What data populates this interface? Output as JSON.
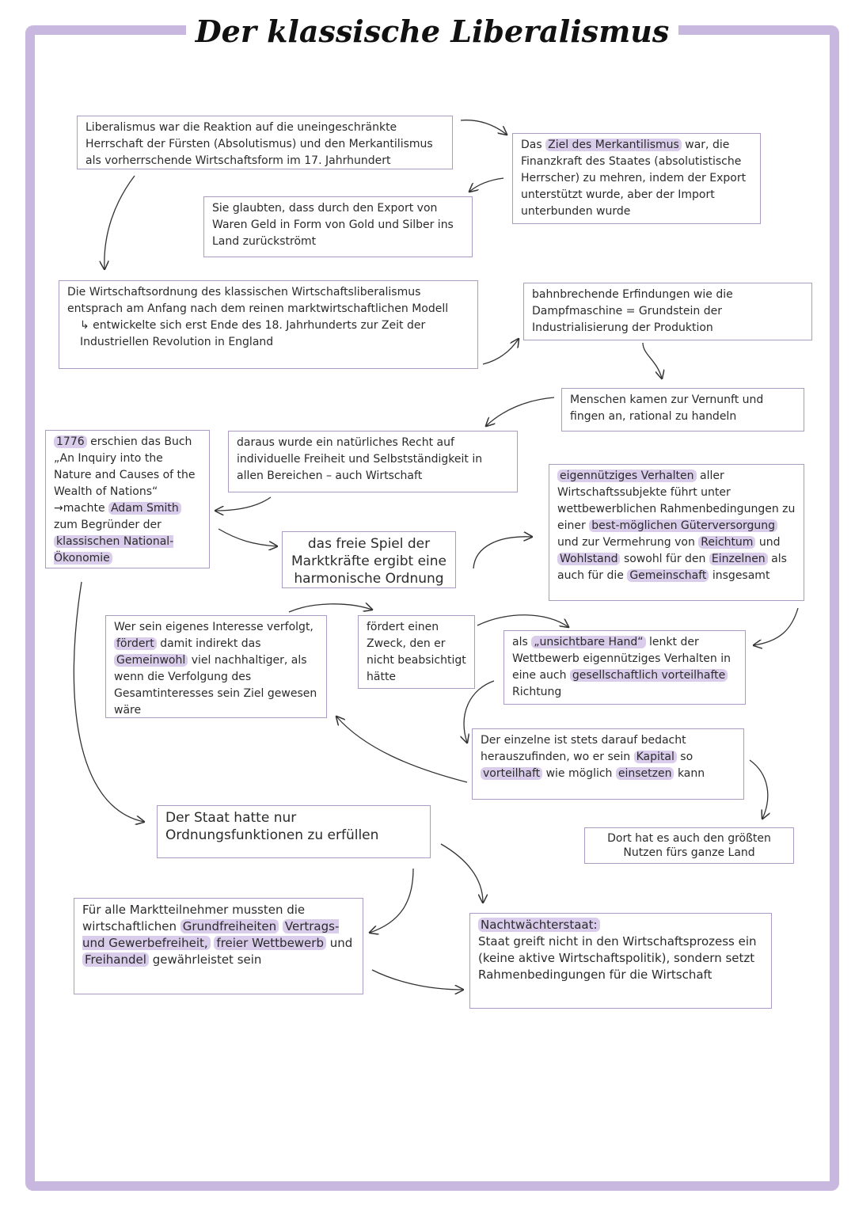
{
  "title": "Der klassische Liberalismus",
  "boxes": {
    "b1": {
      "text": "Liberalismus war die Reaktion auf die uneingeschränkte Herrschaft der Fürsten (Absolutismus) und den Merkantilismus als vorherrschende Wirtschaftsform im 17. Jahrhundert"
    },
    "b2": {
      "pre": "Das",
      "hl1": "Ziel des Merkantilismus",
      "post": "war, die Finanzkraft des Staates (absolutistische Herrscher) zu mehren, indem der Export unterstützt wurde, aber der Import unterbunden wurde"
    },
    "b3": {
      "text": "Sie glaubten, dass durch den Export von Waren Geld in Form von Gold und Silber ins Land zurückströmt"
    },
    "b4": {
      "text": "Die Wirtschaftsordnung des klassischen Wirtschaftsliberalismus entsprach am Anfang nach dem reinen marktwirtschaftlichen Modell",
      "sub": "↳ entwickelte sich erst Ende des 18. Jahrhunderts zur Zeit der Industriellen Revolution in England"
    },
    "b5": {
      "text": "bahnbrechende Erfindungen wie die Dampfmaschine = Grundstein der Industrialisierung der Produktion"
    },
    "b6": {
      "text": "Menschen kamen zur Vernunft und fingen an, rational zu handeln"
    },
    "b7": {
      "hl1": "1776",
      "t1": "erschien das Buch „An Inquiry into the Nature and Causes of the Wealth of Nations“ →machte",
      "hl2": "Adam Smith",
      "t2": "zum Begründer der",
      "hl3": "klassischen National-Ökonomie"
    },
    "b8": {
      "text": "daraus wurde ein natürliches Recht auf individuelle Freiheit und Selbstständigkeit in allen Bereichen – auch Wirtschaft"
    },
    "b9": {
      "hl1": "eigennütziges Verhalten",
      "t1": "aller Wirtschaftssubjekte führt unter wettbewerblichen Rahmenbedingungen zu einer",
      "hl2": "best-möglichen Güterversorgung",
      "t2": "und zur Vermehrung von",
      "hl3": "Reichtum",
      "t3": "und",
      "hl4": "Wohlstand",
      "t4": "sowohl für den",
      "hl5": "Einzelnen",
      "t5": "als auch für die",
      "hl6": "Gemeinschaft",
      "t6": "insgesamt"
    },
    "b10": {
      "text": "das freie Spiel der Marktkräfte ergibt eine harmonische Ordnung"
    },
    "b11": {
      "t1": "Wer sein eigenes Interesse verfolgt,",
      "hl1": "fördert",
      "t2": "damit indirekt das",
      "hl2": "Gemeinwohl",
      "t3": "viel nachhaltiger, als wenn die Verfolgung des Gesamtinteresses sein Ziel gewesen wäre"
    },
    "b12": {
      "text": "fördert einen Zweck, den er nicht beabsichtigt hätte"
    },
    "b13": {
      "t1": "als",
      "hl1": "„unsichtbare Hand“",
      "t2": "lenkt der Wettbewerb eigennütziges Verhalten in eine auch",
      "hl2": "gesellschaftlich vorteilhafte",
      "t3": "Richtung"
    },
    "b14": {
      "t1": "Der einzelne ist stets darauf bedacht herauszufinden, wo er sein",
      "hl1": "Kapital",
      "t2": "so",
      "hl2": "vorteilhaft",
      "t3": "wie möglich",
      "hl3": "einsetzen",
      "t4": "kann"
    },
    "b15": {
      "text": "Der Staat hatte nur Ordnungsfunktionen zu erfüllen"
    },
    "b16": {
      "text": "Dort hat es auch den größten Nutzen fürs ganze Land"
    },
    "b17": {
      "t1": "Für alle Marktteilnehmer mussten die wirtschaftlichen",
      "hl1": "Grundfreiheiten",
      "hl2": "Vertrags- und Gewerbefreiheit,",
      "hl3": "freier Wettbewerb",
      "t2": "und",
      "hl4": "Freihandel",
      "t3": "gewährleistet sein"
    },
    "b18": {
      "hl1": "Nachtwächterstaat:",
      "text": "Staat greift nicht in den Wirtschaftsprozess ein (keine aktive Wirtschaftspolitik), sondern setzt Rahmenbedingungen für die Wirtschaft"
    }
  }
}
